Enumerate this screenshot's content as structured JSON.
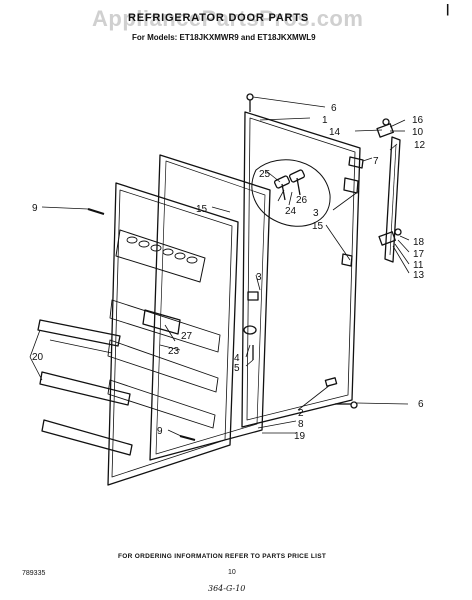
{
  "header": {
    "watermark": "AppliancePartsPros.com",
    "title": "REFRIGERATOR DOOR PARTS",
    "subtitle": "For Models: ET18JKXMWR9 and ET18JKXMWL9",
    "corner_mark": "|"
  },
  "callouts": [
    "1",
    "2",
    "3",
    "3",
    "4",
    "5",
    "6",
    "6",
    "7",
    "8",
    "9",
    "9",
    "10",
    "11",
    "12",
    "13",
    "14",
    "15",
    "15",
    "16",
    "17",
    "18",
    "19",
    "20",
    "23",
    "24",
    "25",
    "26",
    "27"
  ],
  "footer": {
    "note": "FOR ORDERING INFORMATION REFER TO PARTS PRICE LIST",
    "doc_number": "789335",
    "page_number": "10",
    "handwritten": "364-G-10"
  }
}
